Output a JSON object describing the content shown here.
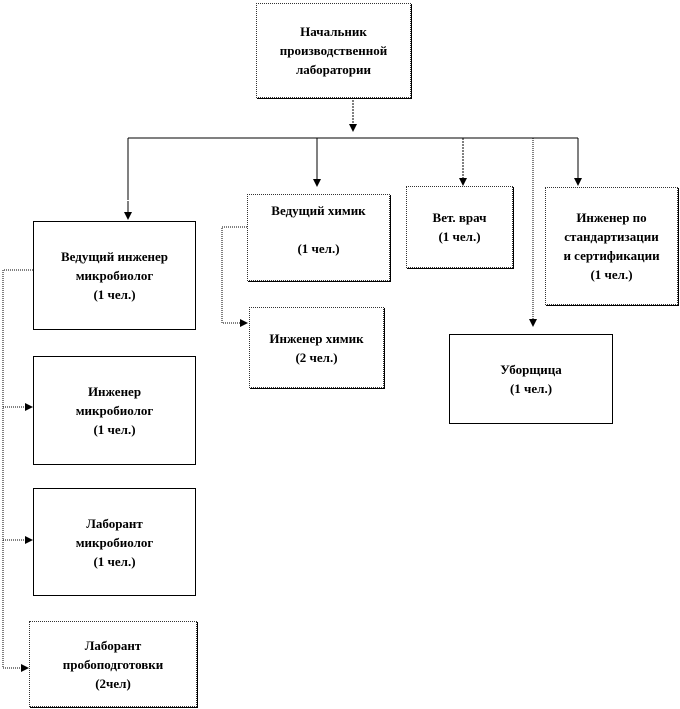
{
  "nodes": {
    "head": {
      "lines": [
        "Начальник",
        "производственной",
        "лаборатории"
      ]
    },
    "lead_microbio": {
      "lines": [
        "Ведущий  инженер",
        "микробиолог",
        "(1 чел.)"
      ]
    },
    "lead_chemist": {
      "lines": [
        "Ведущий  химик",
        "",
        "(1 чел.)"
      ]
    },
    "vet": {
      "lines": [
        "Вет. врач",
        "(1 чел.)"
      ]
    },
    "std_engineer": {
      "lines": [
        "Инженер по",
        "стандартизации",
        "и сертификации",
        "(1 чел.)"
      ]
    },
    "chem_engineer": {
      "lines": [
        "Инженер химик",
        "(2 чел.)"
      ]
    },
    "cleaner": {
      "lines": [
        "Уборщица",
        "(1 чел.)"
      ]
    },
    "microbio_engineer": {
      "lines": [
        "Инженер",
        "микробиолог",
        "(1 чел.)"
      ]
    },
    "microbio_lab": {
      "lines": [
        "Лаборант",
        "микробиолог",
        "(1 чел.)"
      ]
    },
    "sample_lab": {
      "lines": [
        "Лаборант",
        "пробоподготовки",
        "(2чел)"
      ]
    }
  }
}
